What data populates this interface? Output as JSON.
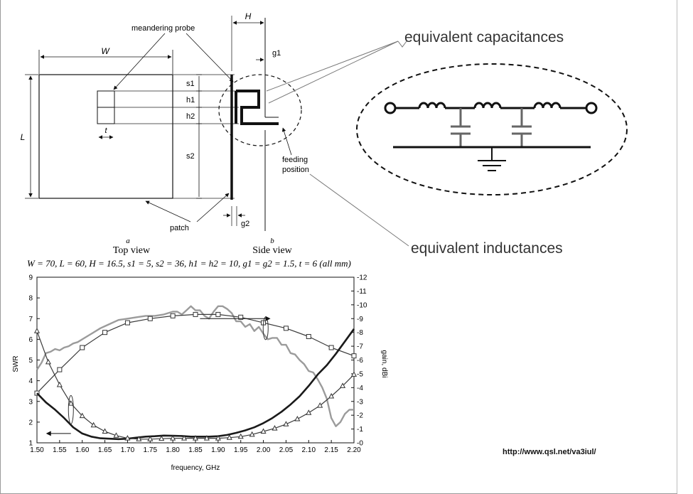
{
  "diagram": {
    "top_view": {
      "probe_label": "meandering probe",
      "w_label": "W",
      "l_label": "L",
      "t_label": "t",
      "patch_label": "patch",
      "letter": "a",
      "caption": "Top view"
    },
    "side_view": {
      "h_label": "H",
      "g1_label": "g1",
      "g2_label": "g2",
      "s1_label": "s1",
      "h1_label": "h1",
      "h2_label": "h2",
      "s2_label": "s2",
      "feed_line1": "feeding",
      "feed_line2": "position",
      "letter": "b",
      "caption": "Side view"
    },
    "dimensions_text": "W = 70, L = 60, H = 16.5, s1 = 5, s2 = 36, h1 = h2 = 10, g1 = g2 = 1.5, t = 6 (all mm)",
    "equivalent_capacitances": "equivalent capacitances",
    "equivalent_inductances": "equivalent inductances",
    "url": "http://www.qsl.net/va3iul/"
  },
  "chart_data": {
    "type": "line",
    "xlabel": "frequency, GHz",
    "ylabel_left": "SWR",
    "ylabel_right": "gain, dBi",
    "xlim": [
      1.5,
      2.2
    ],
    "ylim_left": [
      1,
      9
    ],
    "ylim_right": [
      0,
      12
    ],
    "x_ticks": [
      "1.50",
      "1.55",
      "1.60",
      "1.65",
      "1.70",
      "1.75",
      "1.80",
      "1.85",
      "1.90",
      "1.95",
      "2.00",
      "2.05",
      "2.10",
      "2.15",
      "2.20"
    ],
    "y_left_ticks": [
      "1",
      "2",
      "3",
      "4",
      "5",
      "6",
      "7",
      "8",
      "9"
    ],
    "y_right_ticks": [
      "0",
      "1",
      "2",
      "3",
      "4",
      "5",
      "6",
      "7",
      "8",
      "9",
      "10",
      "11",
      "12"
    ],
    "series": [
      {
        "axis": "right",
        "color": "#9b9b9b",
        "marker": "none",
        "x": [
          1.5,
          1.51,
          1.52,
          1.53,
          1.54,
          1.55,
          1.56,
          1.57,
          1.58,
          1.59,
          1.6,
          1.62,
          1.64,
          1.66,
          1.68,
          1.7,
          1.72,
          1.74,
          1.76,
          1.78,
          1.8,
          1.81,
          1.82,
          1.83,
          1.84,
          1.85,
          1.86,
          1.87,
          1.88,
          1.89,
          1.9,
          1.91,
          1.92,
          1.93,
          1.94,
          1.95,
          1.96,
          1.97,
          1.98,
          1.99,
          2.0,
          2.01,
          2.02,
          2.03,
          2.04,
          2.05,
          2.06,
          2.07,
          2.08,
          2.09,
          2.1,
          2.11,
          2.12,
          2.13,
          2.14,
          2.15,
          2.16,
          2.17,
          2.18,
          2.19,
          2.2
        ],
        "y": [
          5.3,
          5.8,
          6.5,
          6.6,
          6.8,
          6.7,
          6.9,
          7.0,
          7.2,
          7.3,
          7.5,
          7.9,
          8.3,
          8.6,
          8.9,
          9.0,
          9.1,
          9.2,
          9.2,
          9.3,
          9.5,
          9.5,
          9.3,
          9.6,
          9.9,
          9.6,
          9.6,
          9.2,
          9.0,
          9.5,
          9.9,
          9.9,
          9.7,
          9.4,
          8.8,
          8.8,
          8.4,
          8.6,
          8.1,
          8.4,
          7.9,
          7.5,
          7.6,
          7.6,
          7.1,
          7.1,
          6.5,
          6.4,
          6.0,
          5.7,
          5.2,
          5.1,
          4.6,
          4.0,
          3.2,
          1.8,
          1.2,
          1.5,
          2.1,
          2.4,
          2.4
        ]
      },
      {
        "axis": "right",
        "color": "#3a3a3a",
        "marker": "square",
        "x": [
          1.5,
          1.55,
          1.6,
          1.65,
          1.7,
          1.75,
          1.8,
          1.85,
          1.9,
          1.95,
          2.0,
          2.05,
          2.1,
          2.15,
          2.2
        ],
        "y": [
          3.6,
          5.3,
          6.9,
          8.0,
          8.7,
          9.0,
          9.2,
          9.3,
          9.3,
          9.1,
          8.7,
          8.3,
          7.7,
          6.9,
          6.3
        ]
      },
      {
        "axis": "left",
        "color": "#1a1a1a",
        "marker": "none",
        "x": [
          1.5,
          1.52,
          1.54,
          1.56,
          1.58,
          1.6,
          1.62,
          1.64,
          1.66,
          1.68,
          1.7,
          1.72,
          1.74,
          1.76,
          1.78,
          1.8,
          1.82,
          1.84,
          1.86,
          1.88,
          1.9,
          1.92,
          1.94,
          1.96,
          1.98,
          2.0,
          2.02,
          2.04,
          2.06,
          2.08,
          2.1,
          2.12,
          2.14,
          2.16,
          2.18,
          2.2
        ],
        "y": [
          3.4,
          2.95,
          2.6,
          2.2,
          1.75,
          1.45,
          1.3,
          1.22,
          1.2,
          1.18,
          1.2,
          1.25,
          1.3,
          1.32,
          1.35,
          1.34,
          1.33,
          1.3,
          1.3,
          1.3,
          1.32,
          1.38,
          1.48,
          1.6,
          1.75,
          1.95,
          2.2,
          2.5,
          2.85,
          3.25,
          3.75,
          4.3,
          4.75,
          5.3,
          5.9,
          6.5
        ]
      },
      {
        "axis": "left",
        "color": "#3a3a3a",
        "marker": "triangle",
        "x": [
          1.5,
          1.525,
          1.55,
          1.575,
          1.6,
          1.625,
          1.65,
          1.675,
          1.7,
          1.725,
          1.75,
          1.775,
          1.8,
          1.825,
          1.85,
          1.875,
          1.9,
          1.925,
          1.95,
          1.975,
          2.0,
          2.025,
          2.05,
          2.075,
          2.1,
          2.125,
          2.15,
          2.175,
          2.2
        ],
        "y": [
          6.4,
          4.9,
          3.8,
          2.9,
          2.3,
          1.85,
          1.55,
          1.35,
          1.22,
          1.18,
          1.18,
          1.2,
          1.22,
          1.22,
          1.22,
          1.22,
          1.22,
          1.25,
          1.3,
          1.4,
          1.55,
          1.7,
          1.9,
          2.15,
          2.45,
          2.8,
          3.25,
          3.75,
          4.3
        ]
      }
    ]
  }
}
